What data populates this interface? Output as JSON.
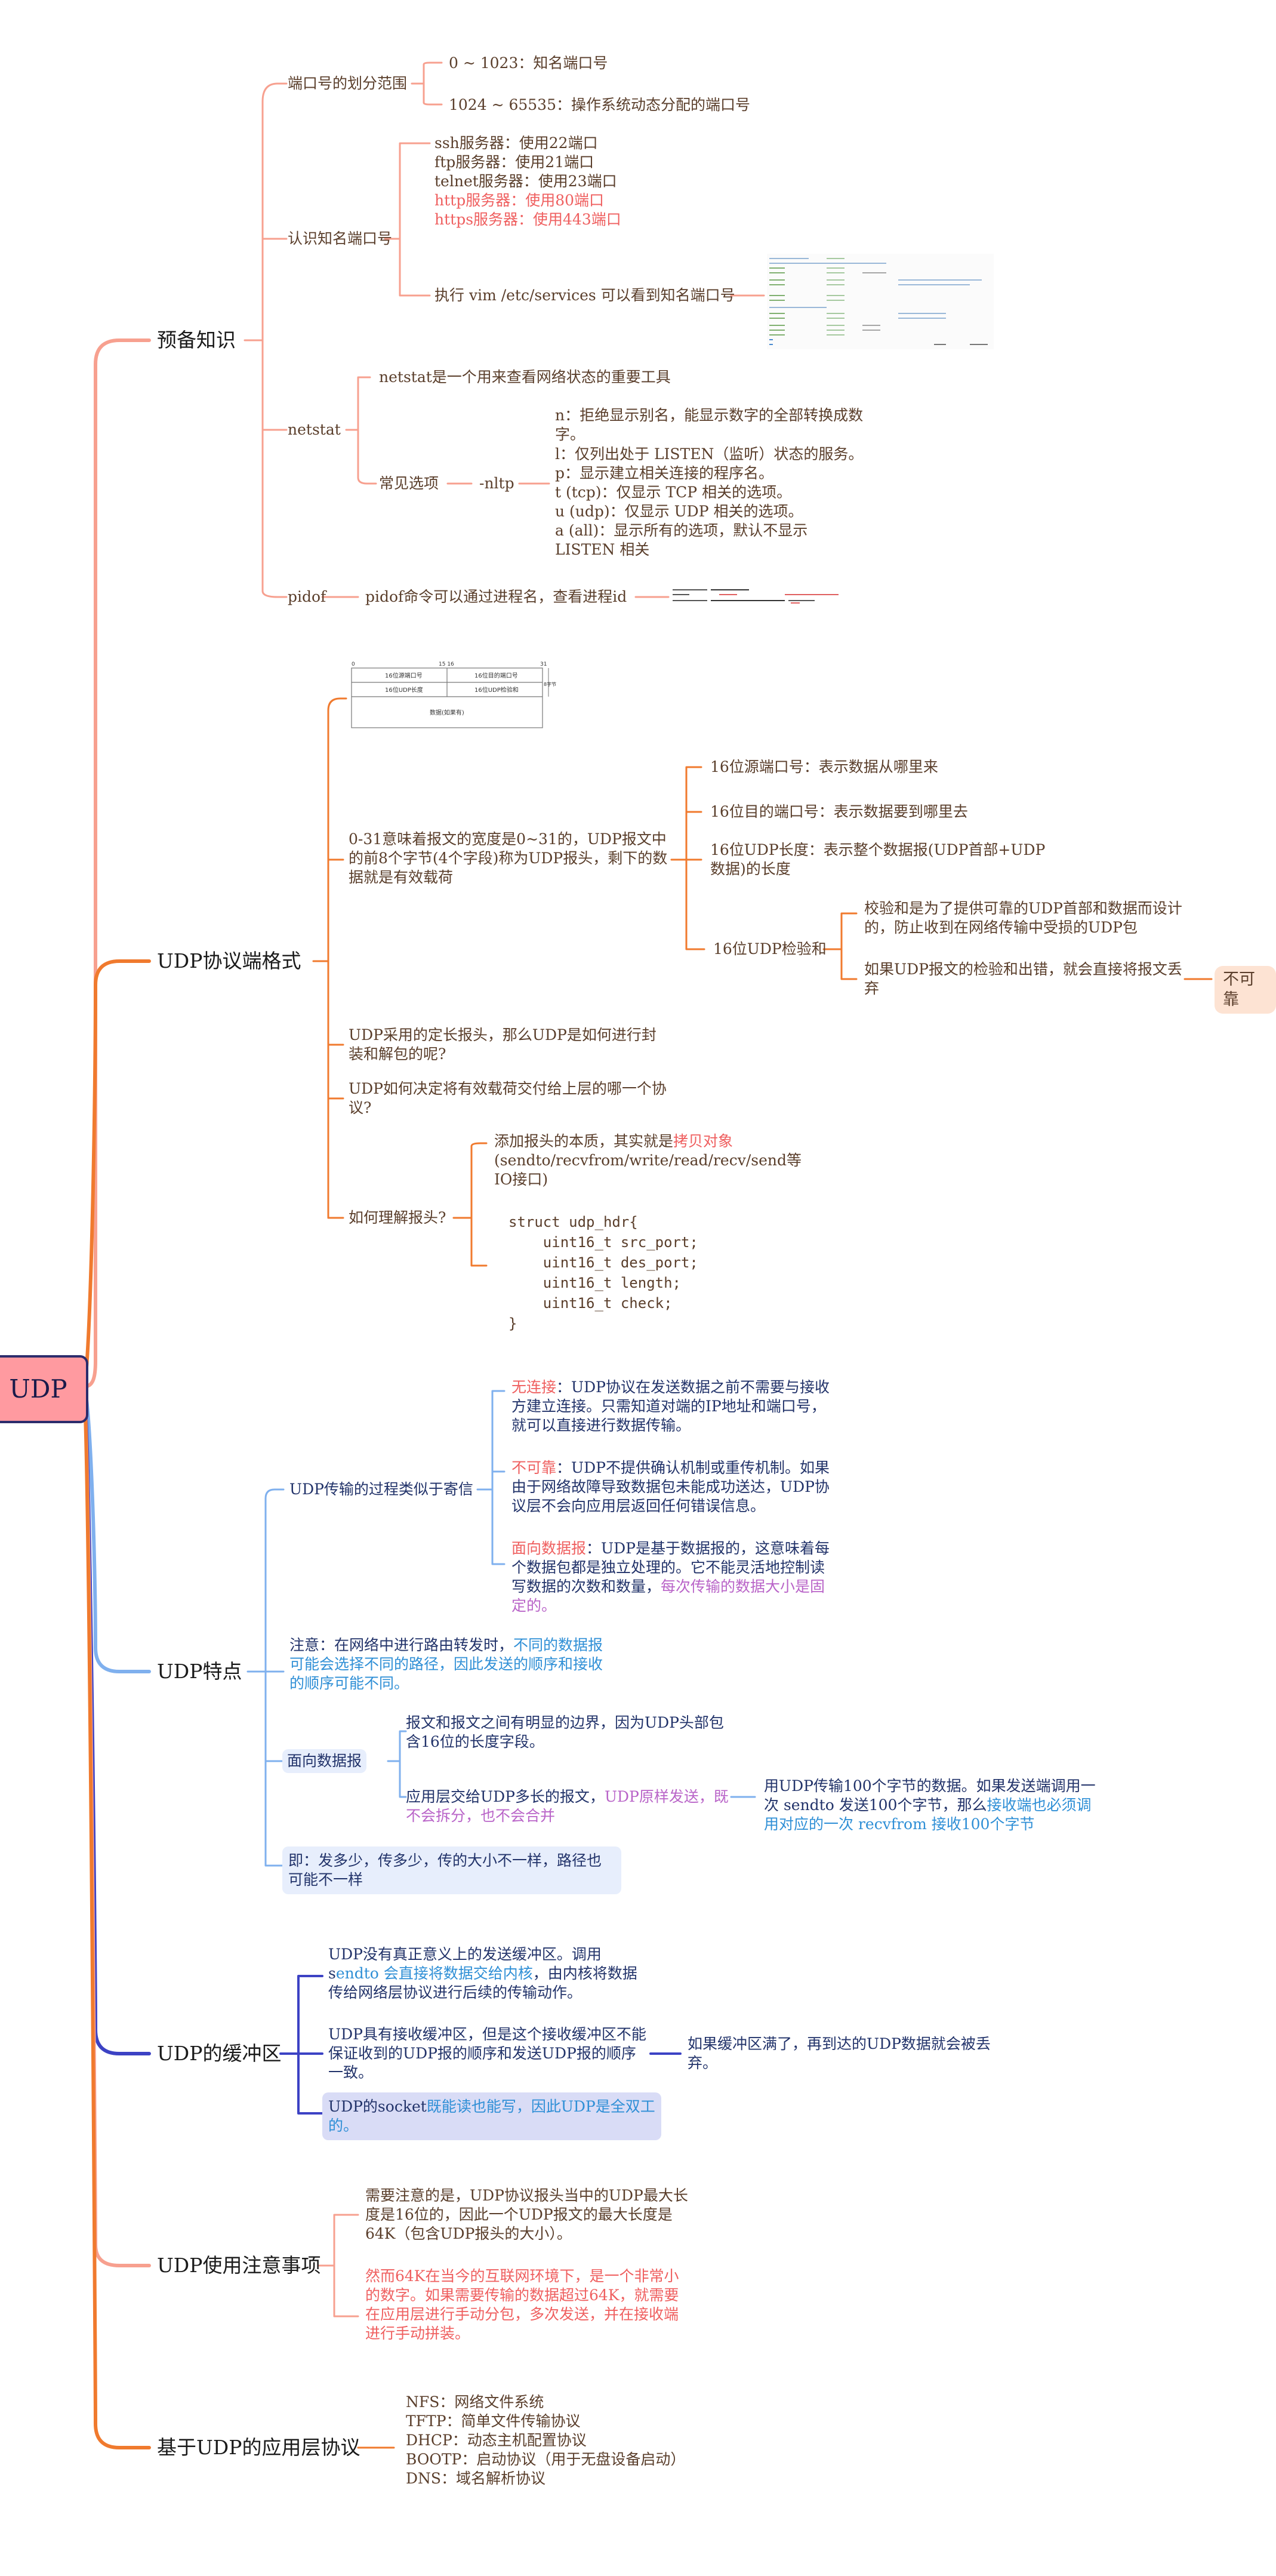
{
  "root": "UDP",
  "colors": {
    "prep": "#f7a08f",
    "header": "#f07a2e",
    "features": "#7fb0ee",
    "buffer": "#3c42c4",
    "notes": "#f7a08f",
    "apps": "#f07a2e"
  },
  "prep": {
    "title": "预备知识",
    "port_range": {
      "label": "端口号的划分范围",
      "items": [
        "0 ~ 1023：知名端口号",
        "1024 ~ 65535：操作系统动态分配的端口号"
      ]
    },
    "known_ports": {
      "label": "认识知名端口号",
      "items": [
        "ssh服务器：使用22端口",
        "ftp服务器：使用21端口",
        "telnet服务器：使用23端口",
        "http服务器：使用80端口",
        "https服务器：使用443端口"
      ],
      "vim": "执行 vim /etc/services 可以看到知名端口号"
    },
    "netstat": {
      "label": "netstat",
      "desc": "netstat是一个用来查看网络状态的重要工具",
      "options": "常见选项",
      "flag": "-nltp",
      "lines": [
        "n：拒绝显示别名，能显示数字的全部转换成数字。",
        "l：仅列出处于 LISTEN（监听）状态的服务。",
        "p：显示建立相关连接的程序名。",
        "t (tcp)：仅显示 TCP 相关的选项。",
        "u (udp)：仅显示 UDP 相关的选项。",
        "a (all)：显示所有的选项，默认不显示 LISTEN 相关"
      ]
    },
    "pidof": {
      "label": "pidof",
      "desc": "pidof命令可以通过进程名，查看进程id"
    }
  },
  "header": {
    "title": "UDP协议端格式",
    "main": "0-31意味着报文的宽度是0~31的，UDP报文中的前8个字节(4个字段)称为UDP报头，剩下的数据就是有效载荷",
    "fields": [
      "16位源端口号：表示数据从哪里来",
      "16位目的端口号：表示数据要到哪里去",
      "16位UDP长度：表示整个数据报(UDP首部+UDP数据)的长度"
    ],
    "checksum": {
      "label": "16位UDP检验和",
      "a": "校验和是为了提供可靠的UDP首部和数据而设计的，防止收到在网络传输中受损的UDP包",
      "b": "如果UDP报文的检验和出错，就会直接将报文丢弃",
      "tag": "不可靠"
    },
    "q1": "UDP采用的定长报头，那么UDP是如何进行封装和解包的呢?",
    "q2": "UDP如何决定将有效载荷交付给上层的哪一个协议?",
    "q3": "如何理解报头?",
    "copy_pre": "添加报头的本质，其实就是",
    "copy_red": "拷贝对象",
    "copy_post": "(sendto/recvfrom/write/read/recv/send等IO接口)",
    "code": [
      "struct udp_hdr{",
      "    uint16_t src_port;",
      "    uint16_t des_port;",
      "    uint16_t length;",
      "    uint16_t check;",
      "}"
    ],
    "diagram": {
      "c1": "16位源端口号",
      "c2": "16位目的端口号",
      "c3": "16位UDP长度",
      "c4": "16位UDP检验和",
      "c5": "数据(如果有)",
      "top_l": "0",
      "top_m": "15 16",
      "top_r": "31",
      "side": "8字节"
    }
  },
  "features": {
    "title": "UDP特点",
    "mail": "UDP传输的过程类似于寄信",
    "conn_label": "无连接",
    "conn": "：UDP协议在发送数据之前不需要与接收方建立连接。只需知道对端的IP地址和端口号，就可以直接进行数据传输。",
    "unrel_label": "不可靠",
    "unrel": "：UDP不提供确认机制或重传机制。如果由于网络故障导致数据包未能成功送达，UDP协议层不会向应用层返回任何错误信息。",
    "dgram_label": "面向数据报",
    "dgram": "：UDP是基于数据报的，这意味着每个数据包都是独立处理的。它不能灵活地控制读写数据的次数和数量，",
    "dgram_purple": "每次传输的数据大小是固定的。",
    "note_pre": "注意：在网络中进行路由转发时，",
    "note_blue": "不同的数据报可能会选择不同的路径，因此发送的顺序和接收的顺序可能不同。",
    "dg_label": "面向数据报",
    "dg1": "报文和报文之间有明显的边界，因为UDP头部包含16位的长度字段。",
    "dg2_pre": "应用层交给UDP多长的报文，",
    "dg2_purple": "UDP原样发送，既不会拆分，也不会合并",
    "dg3_pre": "用UDP传输100个字节的数据。如果发送端调用一次 sendto 发送100个字节，那么",
    "dg3_blue": "接收端也必须调用对应的一次 recvfrom 接收100个字节",
    "summary": "即：发多少，传多少，传的大小不一样，路径也可能不一样"
  },
  "buffer": {
    "title": "UDP的缓冲区",
    "b1_pre": "UDP没有真正意义上的发送缓冲区。调用s",
    "b1_blue": "endto 会直接将数据交给内核",
    "b1_post": "，由内核将数据传给网络层协议进行后续的传输动作。",
    "b2": "UDP具有接收缓冲区，但是这个接收缓冲区不能保证收到的UDP报的顺序和发送UDP报的顺序一致。",
    "b2_note": "如果缓冲区满了，再到达的UDP数据就会被丢弃。",
    "b3_pre": "UDP的socket",
    "b3_blue": "既能读也能写，因此UDP是全双工的。"
  },
  "notes": {
    "title": "UDP使用注意事项",
    "n1": "需要注意的是，UDP协议报头当中的UDP最大长度是16位的，因此一个UDP报文的最大长度是64K（包含UDP报头的大小）。",
    "n2_pre": "然而64K在当今的互联网环境下，是一个非常小的数字。如果需要传输的数据超过64K，就需要在应用层进行",
    "n2_red1": "手动分包",
    "n2_mid": "，多次发送，并在接收端进行",
    "n2_red2": "手动拼装",
    "n2_post": "。"
  },
  "apps": {
    "title": "基于UDP的应用层协议",
    "items": [
      "NFS：网络文件系统",
      "TFTP：简单文件传输协议",
      "DHCP：动态主机配置协议",
      "BOOTP：启动协议（用于无盘设备启动）",
      "DNS：域名解析协议"
    ]
  }
}
